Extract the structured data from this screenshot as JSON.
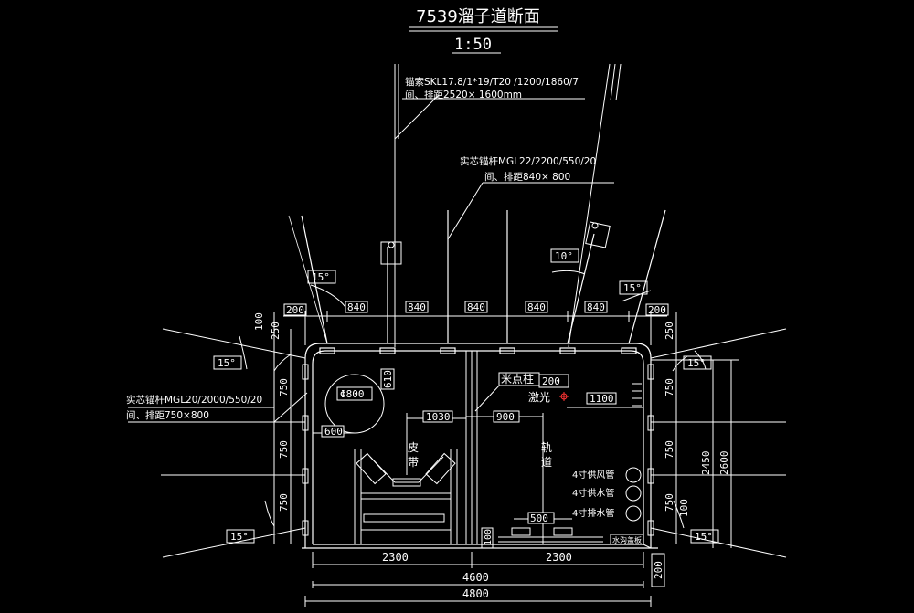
{
  "title": "7539溜子道断面",
  "scale": "1:50",
  "callouts": {
    "cable_line1": "锚索SKL17.8/1*19/T20 /1200/1860/7",
    "cable_line2": "间、排距2520× 1600mm",
    "roof_bolt_line1": "实芯锚杆MGL22/2200/550/20",
    "roof_bolt_line2": "间、排距840× 800",
    "side_bolt_line1": "实芯锚杆MGL20/2000/550/20",
    "side_bolt_line2": "间、排距750×800",
    "mark_point": "米点柱",
    "laser": "激光",
    "belt_c1": "皮",
    "belt_c2": "带",
    "rail_c1": "轨",
    "rail_c2": "道",
    "pipe_air": "4寸供风管",
    "pipe_water": "4寸供水管",
    "pipe_drain": "4寸排水管",
    "ditch": "水沟盖板"
  },
  "angles": {
    "top_left": "15°",
    "top_mid": "10°",
    "top_right": "15°",
    "side_left_upper": "15°",
    "side_right_upper": "15°",
    "bottom_left": "15°",
    "bottom_right": "15°"
  },
  "dims": {
    "top_edge_left": "200",
    "top_spacings": [
      "840",
      "840",
      "840",
      "840",
      "840"
    ],
    "top_edge_right": "200",
    "left_v100": "100",
    "left_v250": "250",
    "left_v750_a": "750",
    "left_v750_b": "750",
    "left_v750_c": "750",
    "right_v250": "250",
    "right_v750_a": "750",
    "right_v750_b": "750",
    "right_v750_c": "750",
    "right_v100": "100",
    "right_2450": "2450",
    "right_2600": "2600",
    "bottom_200": "200",
    "pipe_dia": "Φ800",
    "w600": "600",
    "h610": "610",
    "w1030": "1030",
    "w900": "900",
    "w1100": "1100",
    "h200": "200",
    "w500": "500",
    "h100": "100",
    "w2300_left": "2300",
    "w2300_right": "2300",
    "w4600": "4600",
    "w4800": "4800"
  }
}
